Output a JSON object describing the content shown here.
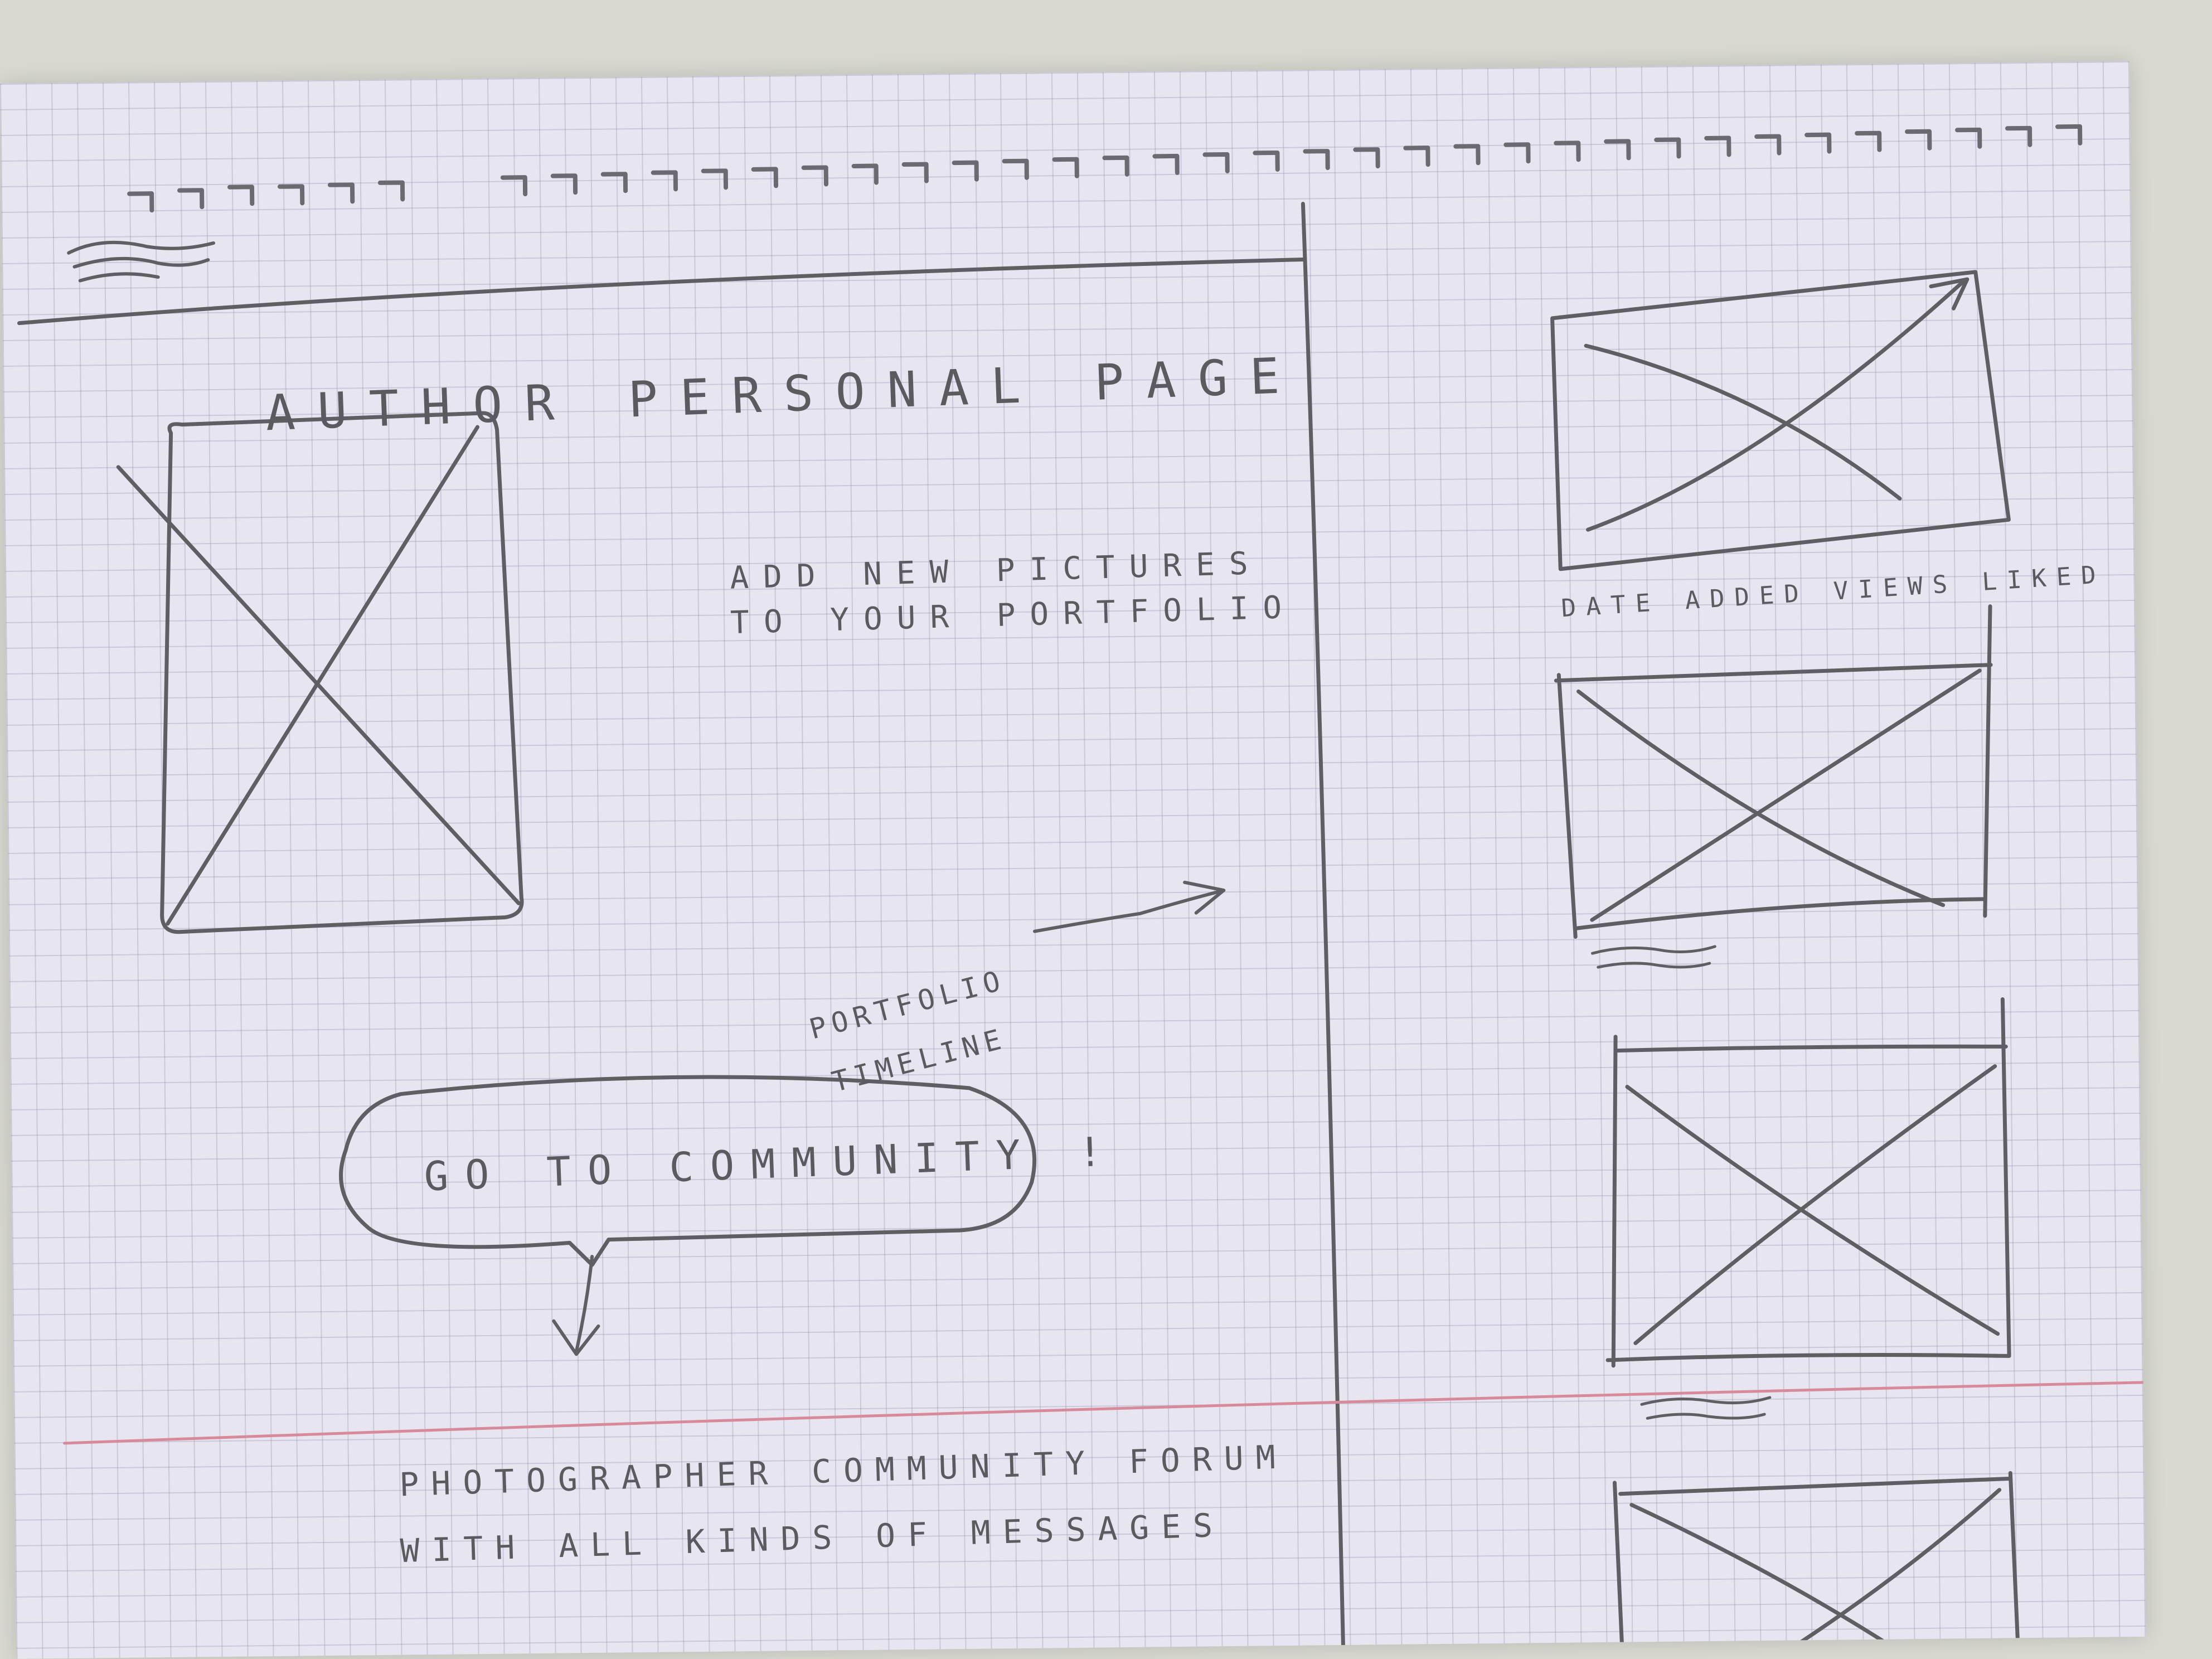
{
  "header": {
    "logo_scribble": "header-logo"
  },
  "main": {
    "page_title": "AUTHOR PERSONAL PAGE",
    "add_pictures_line1": "ADD NEW PICTURES",
    "add_pictures_line2": "TO YOUR PORTFOLIO",
    "timeline_note_line1": "PORTFOLIO",
    "timeline_note_line2": "TIMELINE",
    "community_button": "GO TO COMMUNITY !",
    "forum_line1": "PHOTOGRAPHER COMMUNITY FORUM",
    "forum_line2": "WITH ALL KINDS OF MESSAGES"
  },
  "timeline": {
    "caption_1": "DATE ADDED VIEWS LIKED"
  },
  "colors": {
    "pencil": "#5a5a5f",
    "paper": "#e7e5ef",
    "red_margin": "#d98a9a"
  }
}
